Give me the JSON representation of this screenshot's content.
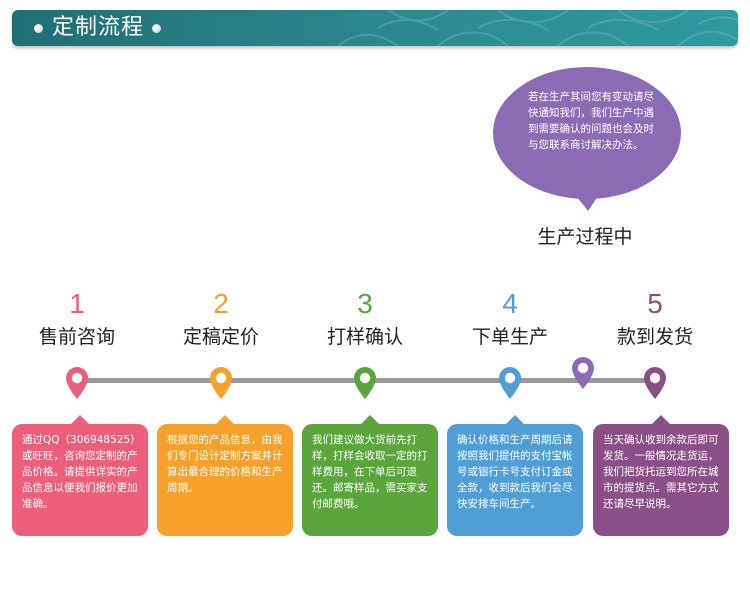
{
  "header": {
    "title": "定制流程"
  },
  "production": {
    "label": "生产过程中",
    "note": "若在生产其间您有变动请尽快通知我们，我们生产中遇到需要确认的问题也会及时与您联系商讨解决办法。",
    "color": "#8b6bb3"
  },
  "steps": [
    {
      "number": "1",
      "name": "售前咨询",
      "color": "#ec5f7a",
      "desc": "通过QQ（306948525）或旺旺，咨询您定制的产品价格。请提供详实的产品信息以便我们报价更加准确。"
    },
    {
      "number": "2",
      "name": "定稿定价",
      "color": "#f5a12c",
      "desc": "根据您的产品信息，由我们专门设计定制方案并计算出最合理的价格和生产周期。"
    },
    {
      "number": "3",
      "name": "打样确认",
      "color": "#5aa53c",
      "desc": "我们建议做大货前先打样，打样会收取一定的打样费用，在下单后可退还。邮寄样品，需买家支付邮费哦。"
    },
    {
      "number": "4",
      "name": "下单生产",
      "color": "#4f9fd6",
      "desc": "确认价格和生产周期后请按照我们提供的支付宝帐号或银行卡号支付订金或全款，收到款后我们会尽快安排车间生产。"
    },
    {
      "number": "5",
      "name": "款到发货",
      "color": "#8a4f86",
      "desc": "当天确认收到余款后即可发货。一般情况走货运，我们把货托运到您所在城市的提货点。需其它方式还请尽早说明。"
    }
  ]
}
